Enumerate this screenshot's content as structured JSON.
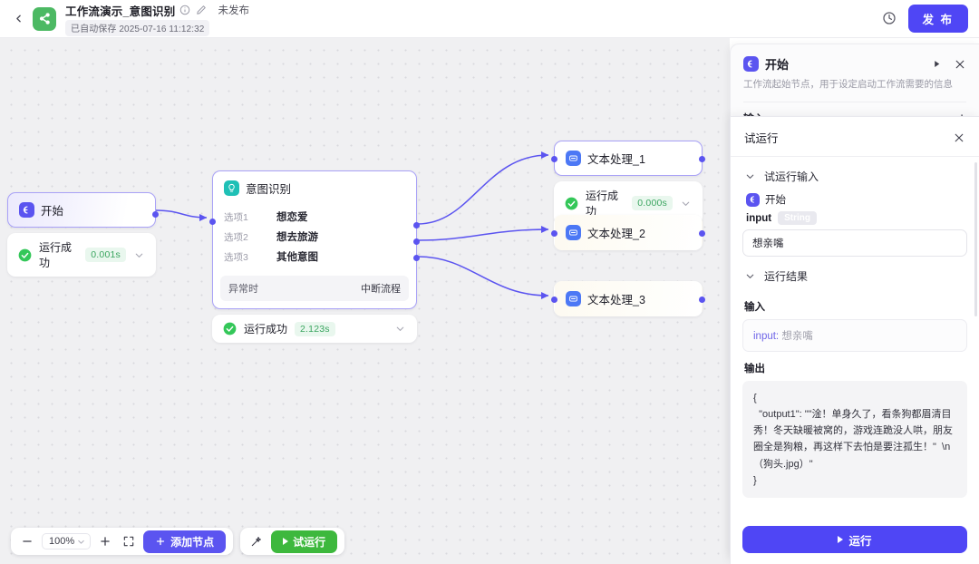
{
  "header": {
    "back_icon": "chevron-left-icon",
    "logo_icon": "workflow-logo-icon",
    "workflow_title": "工作流演示_意图识别",
    "info_icon": "info-circle-icon",
    "edit_icon": "pencil-icon",
    "publish_status": "未发布",
    "autosave_text": "已自动保存 2025-07-16 11:12:32",
    "history_icon": "clock-icon",
    "publish_label": "发 布"
  },
  "canvas": {
    "nodes": [
      {
        "id": "start",
        "name": "开始",
        "icon": "start-node-icon",
        "status_text": "运行成功",
        "duration": "0.001s",
        "status_icon": "check-circle-icon",
        "collapse_icon": "chevron-down-icon"
      },
      {
        "id": "intent",
        "name": "意图识别",
        "icon": "intent-node-icon",
        "options": [
          {
            "key": "选项1",
            "value": "想恋爱"
          },
          {
            "key": "选项2",
            "value": "想去旅游"
          },
          {
            "key": "选项3",
            "value": "其他意图"
          }
        ],
        "exception_key": "异常时",
        "exception_value": "中断流程",
        "status_text": "运行成功",
        "duration": "2.123s",
        "status_icon": "check-circle-icon",
        "collapse_icon": "chevron-down-icon"
      },
      {
        "id": "tp1",
        "name": "文本处理_1",
        "icon": "text-process-node-icon",
        "status_text": "运行成功",
        "duration": "0.000s",
        "status_icon": "check-circle-icon",
        "collapse_icon": "chevron-down-icon"
      },
      {
        "id": "tp2",
        "name": "文本处理_2",
        "icon": "text-process-node-icon"
      },
      {
        "id": "tp3",
        "name": "文本处理_3",
        "icon": "text-process-node-icon"
      }
    ],
    "edge_color": "#5b54f0"
  },
  "toolbar": {
    "zoom_out_icon": "minus-icon",
    "zoom_level": "100%",
    "zoom_chevron_icon": "chevron-down-icon",
    "zoom_in_icon": "plus-icon",
    "fit_view_icon": "fit-view-icon",
    "add_node_label": "添加节点",
    "add_node_icon": "plus-icon",
    "magic_icon": "magic-wand-icon",
    "trial_run_label": "试运行",
    "trial_run_icon": "play-icon"
  },
  "background_panel": {
    "node_icon": "start-node-icon",
    "node_name": "开始",
    "expand_icon": "play-triangle-icon",
    "close_icon": "close-icon",
    "description": "工作流起始节点，用于设定启动工作流需要的信息",
    "input_section_title": "输入",
    "add_icon": "plus-icon"
  },
  "run_panel": {
    "title": "试运行",
    "close_icon": "close-icon",
    "input_group": {
      "chevron_icon": "chevron-down-icon",
      "label": "试运行输入",
      "source_icon": "start-node-icon",
      "source_name": "开始",
      "field_key": "input",
      "field_type": "String",
      "field_value": "想亲嘴"
    },
    "result_group": {
      "chevron_icon": "chevron-down-icon",
      "label": "运行结果",
      "input_label": "输入",
      "input_key": "input:",
      "input_value": "想亲嘴",
      "output_label": "输出",
      "output_text": "{\n  \"output1\": \"\"淦！单身久了，看条狗都眉清目秀！冬天缺暖被窝的，游戏连跪没人哄，朋友圈全是狗粮，再这样下去怕是要注孤生！\"  \\n（狗头.jpg）\"\n}"
    },
    "run_button_label": "运行",
    "run_button_icon": "play-icon"
  }
}
